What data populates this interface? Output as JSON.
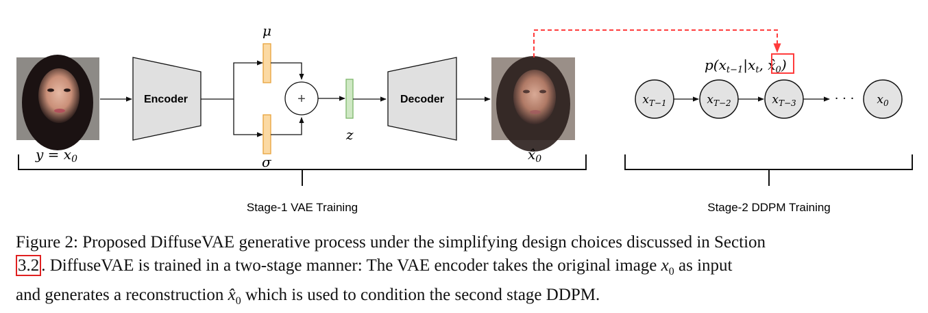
{
  "diagram": {
    "input_label": "y = x",
    "input_sub": "0",
    "encoder_label": "Encoder",
    "mu_label": "μ",
    "sigma_label": "σ",
    "plus_symbol": "+",
    "z_label": "z",
    "decoder_label": "Decoder",
    "recon_label": "x̂",
    "recon_sub": "0",
    "stage1_label": "Stage-1 VAE Training",
    "stage2_label": "Stage-2 DDPM Training",
    "posterior": {
      "p": "p(x",
      "sub1": "t−1",
      "mid": "|x",
      "sub2": "t",
      "comma": ", ",
      "xhat": "x̂",
      "sub3": "0",
      "close": ")"
    },
    "nodes": [
      {
        "base": "x",
        "sub": "T−1"
      },
      {
        "base": "x",
        "sub": "T−2"
      },
      {
        "base": "x",
        "sub": "T−3"
      },
      {
        "base": "x",
        "sub": "0"
      }
    ],
    "ellipsis": "· · ·",
    "colors": {
      "block_fill": "#e0e0e0",
      "mu_sigma_fill": "#fbd9a3",
      "mu_sigma_stroke": "#e8a23a",
      "z_fill": "#cfe8c4",
      "z_stroke": "#7cb66a",
      "node_fill": "#e3e3e3",
      "dashed_red": "#ff3b3b"
    }
  },
  "caption": {
    "line1": "Figure 2: Proposed DiffuseVAE generative process under the simplifying design choices discussed in Section",
    "ref": "3.2",
    "line2_a": ". DiffuseVAE is trained in a two-stage manner: The VAE encoder takes the original image ",
    "line2_x": "x",
    "line2_sub": "0",
    "line2_b": " as input",
    "line3_a": "and generates a reconstruction ",
    "line3_x": "x̂",
    "line3_sub": "0",
    "line3_b": " which is used to condition the second stage DDPM."
  }
}
